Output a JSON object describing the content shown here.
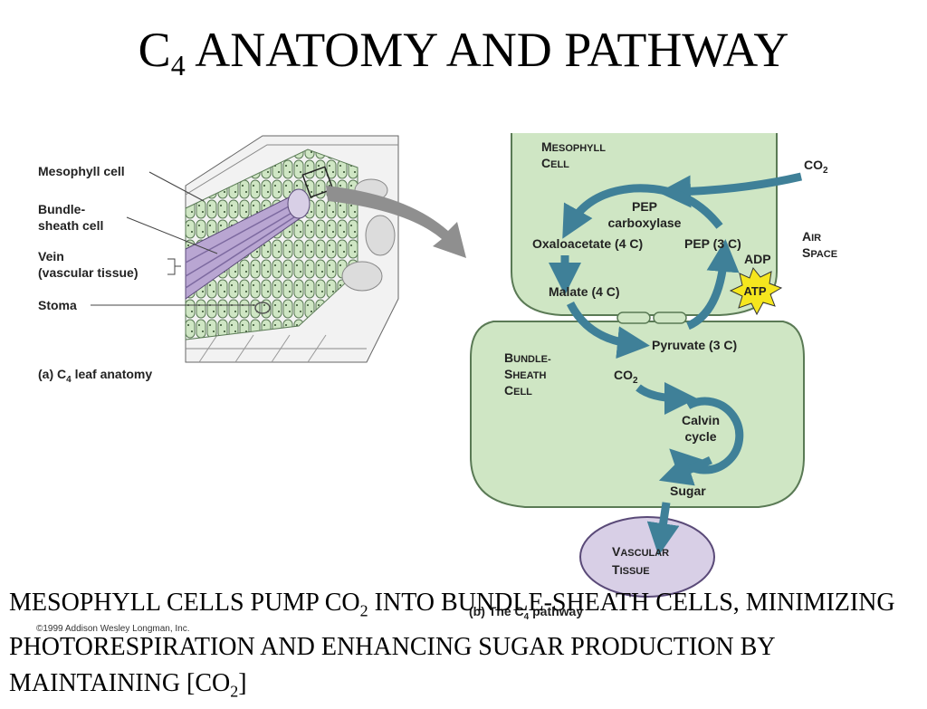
{
  "title": {
    "prefix": "C",
    "sub": "4",
    "rest": " ANATOMY AND PATHWAY"
  },
  "panel_a": {
    "labels": {
      "mesophyll": "Mesophyll cell",
      "bundle_1": "Bundle-",
      "bundle_2": "sheath cell",
      "vein_1": "Vein",
      "vein_2": "(vascular tissue)",
      "stoma": "Stoma"
    },
    "caption_prefix": "(a) C",
    "caption_sub": "4",
    "caption_rest": " leaf anatomy"
  },
  "panel_b": {
    "mesophyll_cap1": "M",
    "mesophyll_rest1": "ESOPHYLL",
    "mesophyll_cap2": "C",
    "mesophyll_rest2": "ELL",
    "co2_top": "CO",
    "co2_top_sub": "2",
    "pep_carboxylase_1": "PEP",
    "pep_carboxylase_2": "carboxylase",
    "oxaloacetate": "Oxaloacetate (4 C)",
    "pep3c": "PEP (3 C)",
    "adp": "ADP",
    "atp": "ATP",
    "air_cap1": "A",
    "air_rest1": "IR",
    "air_cap2": "S",
    "air_rest2": "PACE",
    "malate": "Malate (4 C)",
    "pyruvate": "Pyruvate (3 C)",
    "bundle_cap1": "B",
    "bundle_rest1": "UNDLE-",
    "bundle_cap2": "S",
    "bundle_rest2": "HEATH",
    "bundle_cap3": "C",
    "bundle_rest3": "ELL",
    "co2_mid": "CO",
    "co2_mid_sub": "2",
    "calvin_1": "Calvin",
    "calvin_2": "cycle",
    "sugar": "Sugar",
    "vascular_cap1": "V",
    "vascular_rest1": "ASCULAR",
    "vascular_cap2": "T",
    "vascular_rest2": "ISSUE",
    "caption_prefix": "(b) The C",
    "caption_sub": "4",
    "caption_rest": " pathway",
    "copyright": "©1999 Addison Wesley Longman, Inc."
  },
  "caption": {
    "part1": "MESOPHYLL CELLS PUMP CO",
    "sub1": "2",
    "part2": " INTO BUNDLE-SHEATH CELLS, MINIMIZING PHOTORESPIRATION AND ENHANCING SUGAR PRODUCTION BY MAINTAINING [CO",
    "sub2": "2",
    "part3": "]"
  },
  "colors": {
    "cell_fill": "#cfe6c4",
    "cell_stroke": "#5a7a55",
    "arrow": "#3f8098",
    "vascular": "#d8cfe6",
    "atp": "#f5e61e"
  }
}
